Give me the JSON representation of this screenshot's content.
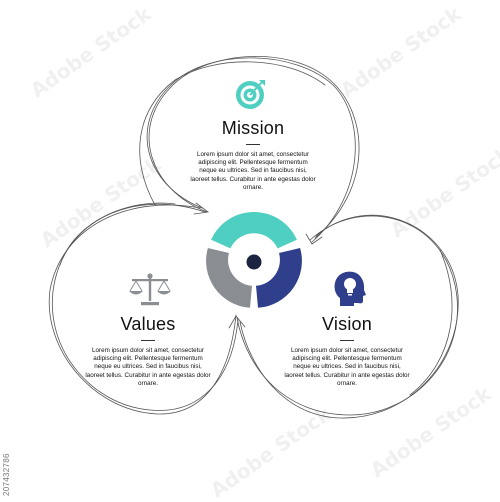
{
  "sections": {
    "mission": {
      "title": "Mission",
      "body": "Lorem ipsum dolor sit amet, consectetur adipiscing elit. Pellentesque fermentum neque eu ultrices. Sed in faucibus nisi, laoreet tellus. Curabitur in ante egestas dolor ornare.",
      "icon": "target-icon"
    },
    "values": {
      "title": "Values",
      "body": "Lorem ipsum dolor sit amet, consectetur adipiscing elit. Pellentesque fermentum neque eu ultrices. Sed in faucibus nisi, laoreet tellus. Curabitur in ante egestas dolor ornare.",
      "icon": "scales-icon"
    },
    "vision": {
      "title": "Vision",
      "body": "Lorem ipsum dolor sit amet, consectetur adipiscing elit. Pellentesque fermentum neque eu ultrices. Sed in faucibus nisi, laoreet tellus. Curabitur in ante egestas dolor ornare.",
      "icon": "head-lightbulb-icon"
    }
  },
  "colors": {
    "mission": "#4fcfc1",
    "values": "#8a8d92",
    "vision": "#2f3f8c",
    "center_dot": "#1c2340",
    "sketch": "#555555"
  },
  "watermark": {
    "text": "Adobe Stock",
    "stock_id": "207432786"
  }
}
